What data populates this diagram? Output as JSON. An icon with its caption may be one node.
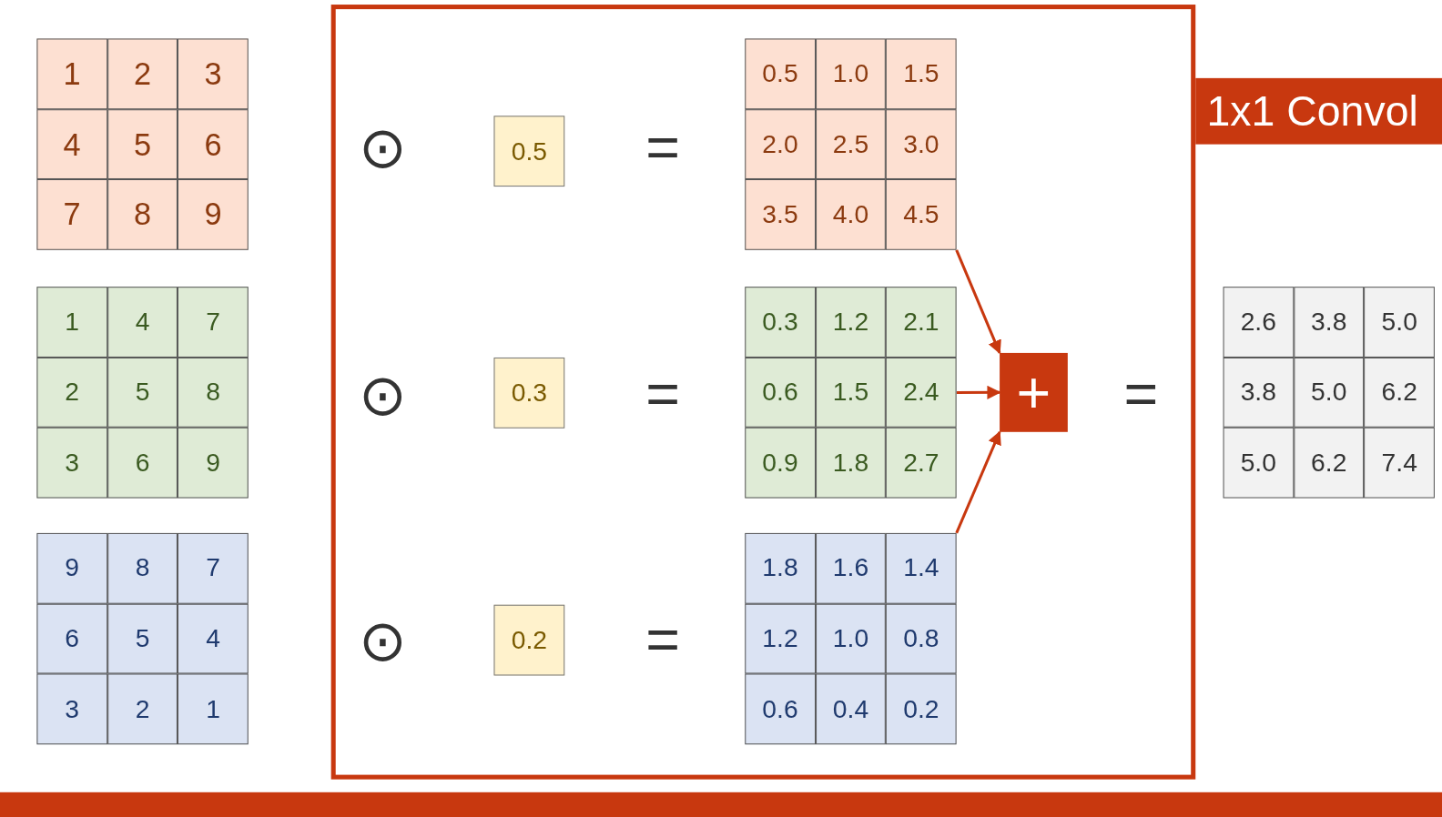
{
  "diagram": {
    "nodes": [
      {
        "text": [
          "1x1 Convol"
        ]
      },
      {
        "text": [
          "1",
          "2",
          "3",
          "4",
          "5",
          "6",
          "7",
          "8",
          "9"
        ]
      },
      {
        "text": [
          "1",
          "4",
          "7",
          "2",
          "5",
          "8",
          "3",
          "6",
          "9"
        ]
      },
      {
        "text": [
          "9",
          "8",
          "7",
          "6",
          "5",
          "4",
          "3",
          "2",
          "1"
        ]
      },
      {
        "text": [
          "0.5"
        ],
        "in": 0
      },
      {
        "text": [
          "0.5",
          "1.0",
          "1.5",
          "2.0",
          "2.5",
          "3.0",
          "3.5",
          "4.0",
          "4.5"
        ],
        "in": 0
      },
      {
        "text": [
          "0.3"
        ],
        "in": 0
      },
      {
        "text": [
          "0.3",
          "1.2",
          "2.1",
          "0.6",
          "1.5",
          "2.4",
          "0.9",
          "1.8",
          "2.7"
        ],
        "in": 0
      },
      {
        "text": [
          "+"
        ],
        "in": 0
      },
      {
        "text": [
          "0.2"
        ],
        "in": 0
      },
      {
        "text": [
          "1.8",
          "1.6",
          "1.4",
          "1.2",
          "1.0",
          "0.8",
          "0.6",
          "0.4",
          "0.2"
        ],
        "in": 0
      },
      {
        "text": [
          "2.6",
          "3.8",
          "5.0",
          "3.8",
          "5.0",
          "6.2",
          "5.0",
          "6.2",
          "7.4"
        ]
      }
    ],
    "edges": [
      {
        "from": 5,
        "to": 8,
        "arrow": "to"
      },
      {
        "from": 7,
        "to": 8,
        "arrow": "to"
      },
      {
        "from": 10,
        "to": 8,
        "arrow": "to"
      }
    ],
    "labels": [
      "⊙",
      "=",
      "⊙",
      "=",
      "=",
      "⊙",
      "="
    ]
  }
}
